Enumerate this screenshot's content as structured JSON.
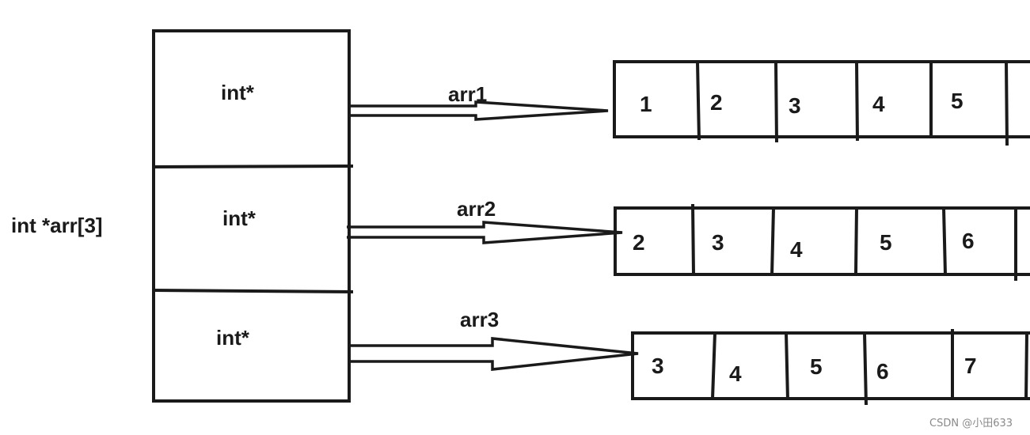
{
  "declaration": "int *arr[3]",
  "pointer_cells": [
    "int*",
    "int*",
    "int*"
  ],
  "arrows": [
    "arr1",
    "arr2",
    "arr3"
  ],
  "arrays": [
    {
      "name": "arr1",
      "values": [
        "1",
        "2",
        "3",
        "4",
        "5"
      ]
    },
    {
      "name": "arr2",
      "values": [
        "2",
        "3",
        "4",
        "5",
        "6"
      ]
    },
    {
      "name": "arr3",
      "values": [
        "3",
        "4",
        "5",
        "6",
        "7"
      ]
    }
  ],
  "watermark": "CSDN @小田633",
  "colors": {
    "ink": "#1a1a1a",
    "watermark": "#8a8a8a",
    "background": "#ffffff"
  }
}
